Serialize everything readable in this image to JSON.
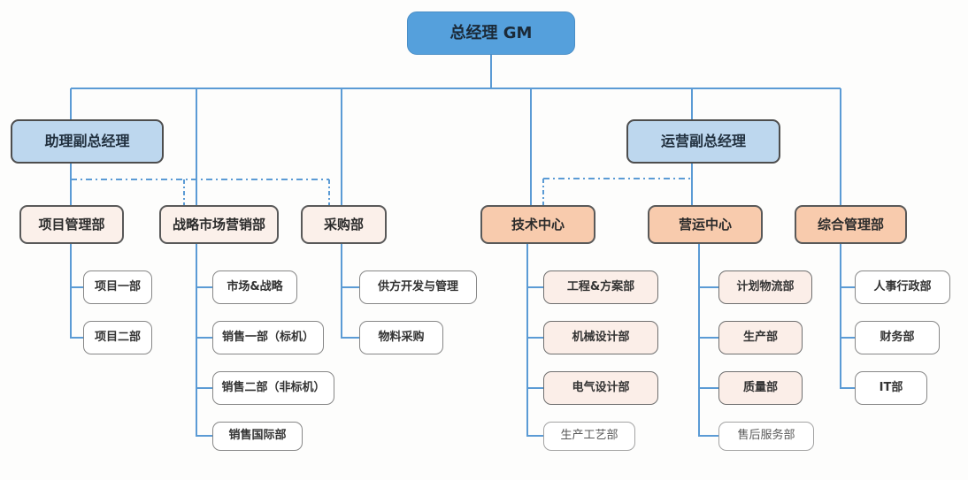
{
  "org": {
    "root": {
      "label": "总经理 GM"
    },
    "deputies": [
      {
        "label": "助理副总经理"
      },
      {
        "label": "运营副总经理"
      }
    ],
    "departments": [
      {
        "label": "项目管理部",
        "children": [
          "项目一部",
          "项目二部"
        ]
      },
      {
        "label": "战略市场营销部",
        "children": [
          "市场&战略",
          "销售一部（标机）",
          "销售二部（非标机）",
          "销售国际部"
        ]
      },
      {
        "label": "采购部",
        "children": [
          "供方开发与管理",
          "物料采购"
        ]
      },
      {
        "label": "技术中心",
        "children": [
          "工程&方案部",
          "机械设计部",
          "电气设计部",
          "生产工艺部"
        ]
      },
      {
        "label": "营运中心",
        "children": [
          "计划物流部",
          "生产部",
          "质量部",
          "售后服务部"
        ]
      },
      {
        "label": "综合管理部",
        "children": [
          "人事行政部",
          "财务部",
          "IT部"
        ]
      }
    ]
  },
  "colors": {
    "root_fill": "#55a0dc",
    "deputy_fill": "#bdd7ee",
    "dept_cream_fill": "#fbf0ea",
    "dept_peach_fill": "#f8cbad",
    "child_pink_fill": "#fbeee8",
    "connector": "#5b9bd5"
  }
}
